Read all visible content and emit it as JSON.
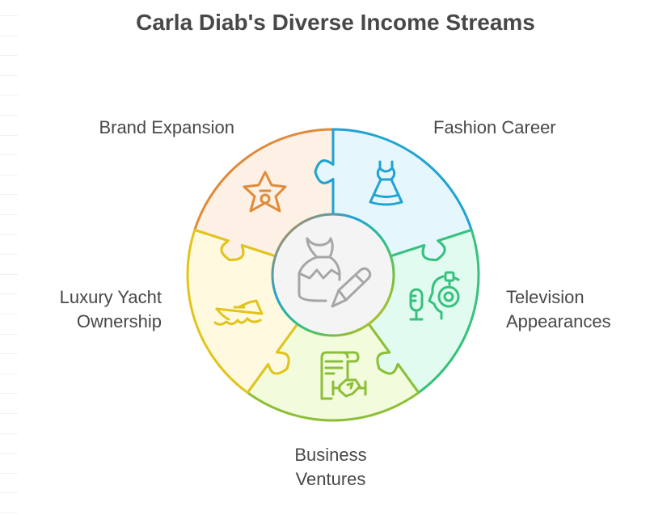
{
  "title": "Carla Diab's Diverse Income Streams",
  "center": {
    "icon": "woman-with-pencil-icon",
    "fill": "#f4f4f4",
    "stroke": "#a6a6a6"
  },
  "segments": [
    {
      "id": "brand-expansion",
      "label": "Brand Expansion",
      "icon": "star-badge-icon",
      "fill": "#fdf0e4",
      "stroke": "#e08a3a"
    },
    {
      "id": "fashion-career",
      "label": "Fashion Career",
      "icon": "dress-icon",
      "fill": "#e6f6fd",
      "stroke": "#1ea3d3"
    },
    {
      "id": "television-appearances",
      "label": "Television Appearances",
      "label_lines": [
        "Television",
        "Appearances"
      ],
      "icon": "microphone-headset-icon",
      "fill": "#e2fbf0",
      "stroke": "#35c27c"
    },
    {
      "id": "business-ventures",
      "label": "Business Ventures",
      "label_lines": [
        "Business",
        "Ventures"
      ],
      "icon": "contract-handshake-icon",
      "fill": "#f2fbdc",
      "stroke": "#8cbf36"
    },
    {
      "id": "luxury-yacht-ownership",
      "label": "Luxury Yacht Ownership",
      "label_lines": [
        "Luxury Yacht",
        "Ownership"
      ],
      "icon": "yacht-icon",
      "fill": "#fffadf",
      "stroke": "#e2c41b"
    }
  ]
}
